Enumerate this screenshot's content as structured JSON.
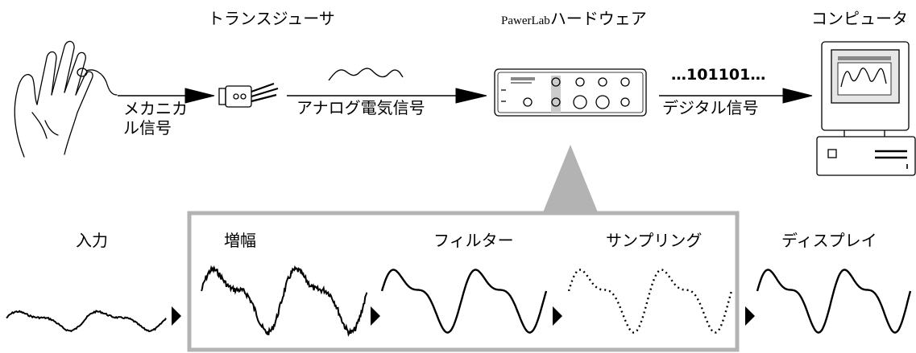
{
  "top_stages": {
    "transducer": "トランスジューサ",
    "hardware_prefix": "PawerLab",
    "hardware_suffix": "ハードウェア",
    "computer": "コンピュータ"
  },
  "signals": {
    "mechanical_line1": "メカニカ",
    "mechanical_line2": "ル信号",
    "analog": "アナログ電気信号",
    "digital_bits": "…101101…",
    "digital": "デジタル信号"
  },
  "processing_steps": {
    "input": "入力",
    "amplify": "増幅",
    "filter": "フィルター",
    "sampling": "サンプリング",
    "display": "ディスプレイ"
  },
  "colors": {
    "ink": "#000000",
    "panel_gray": "#b3b3b3",
    "background": "#ffffff"
  }
}
